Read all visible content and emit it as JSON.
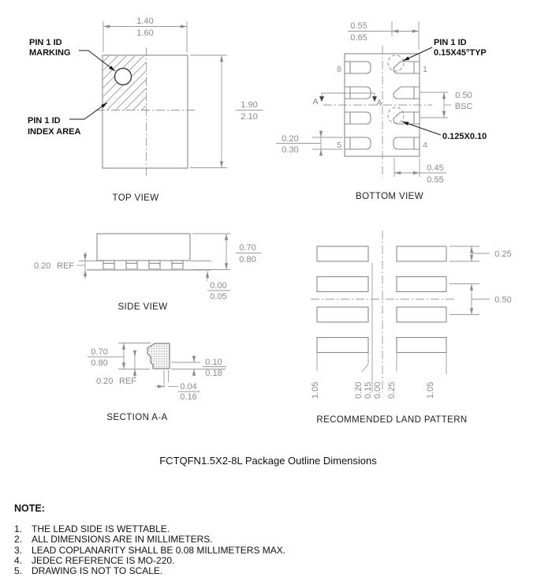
{
  "palette": {
    "outline": "#8a8a8a",
    "dimension_line": "#9a9a9a",
    "annotation": "#111111",
    "background": "#ffffff"
  },
  "title": "FCTQFN1.5X2-8L Package Outline Dimensions",
  "top_view": {
    "label": "TOP VIEW",
    "width_hi": "1.40",
    "width_lo": "1.60",
    "height_hi": "1.90",
    "height_lo": "2.10",
    "pin1_marking_l1": "PIN 1 ID",
    "pin1_marking_l2": "MARKING",
    "pin1_index_l1": "PIN 1 ID",
    "pin1_index_l2": "INDEX AREA"
  },
  "bottom_view": {
    "label": "BOTTOM VIEW",
    "pad_len_hi": "0.55",
    "pad_len_lo": "0.65",
    "pin1_id_l1": "PIN 1 ID",
    "pin1_id_l2": "0.15X45°TYP",
    "pitch": "0.50",
    "pitch_basis": "BSC",
    "corner_chamfer": "0.125X0.10",
    "pad_w_hi": "0.20",
    "pad_w_lo": "0.30",
    "edge_pad_hi": "0.45",
    "edge_pad_lo": "0.55",
    "pin8": "8",
    "pin1": "1",
    "pin5": "5",
    "pin4": "4",
    "section_a": "A"
  },
  "side_view": {
    "label": "SIDE VIEW",
    "height_hi": "0.70",
    "height_lo": "0.80",
    "lead_ref": "0.20",
    "ref_label": "REF",
    "standoff_hi": "0.00",
    "standoff_lo": "0.05"
  },
  "section_view": {
    "label": "SECTION A-A",
    "height_hi": "0.70",
    "height_lo": "0.80",
    "lead_ref": "0.20",
    "ref_label": "REF",
    "flank_hi": "0.10",
    "flank_lo": "0.18",
    "foot_hi": "0.04",
    "foot_lo": "0.16"
  },
  "land_pattern": {
    "label": "RECOMMENDED LAND PATTERN",
    "pad_height": "0.25",
    "pitch": "0.50",
    "ordinates": [
      "1.05",
      "0.20",
      "0.15",
      "0.00",
      "0.25",
      "1.05"
    ]
  },
  "notes": {
    "heading": "NOTE:",
    "items": [
      {
        "num": "1.",
        "text": "THE LEAD SIDE IS WETTABLE."
      },
      {
        "num": "2.",
        "text": "ALL DIMENSIONS ARE IN MILLIMETERS."
      },
      {
        "num": "3.",
        "text": "LEAD COPLANARITY SHALL BE 0.08 MILLIMETERS MAX."
      },
      {
        "num": "4.",
        "text": "JEDEC REFERENCE IS MO-220."
      },
      {
        "num": "5.",
        "text": "DRAWING IS NOT TO SCALE."
      }
    ]
  }
}
